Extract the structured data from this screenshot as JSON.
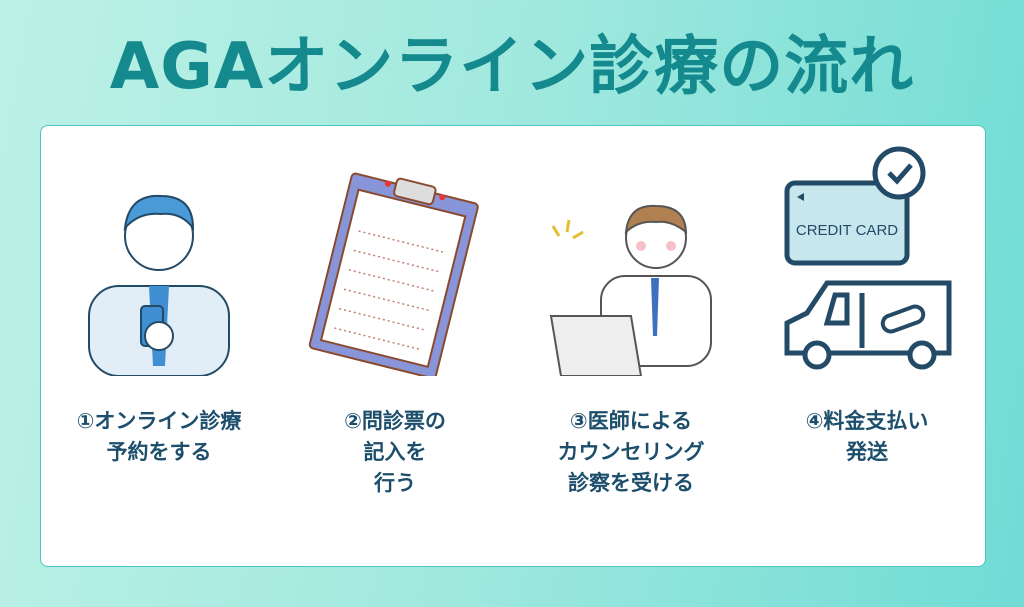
{
  "title": "AGAオンライン診療の流れ",
  "steps": [
    {
      "lines": [
        "①オンライン診療",
        "予約をする"
      ],
      "illustration": "man-with-smartphone"
    },
    {
      "lines": [
        "②問診票の",
        "記入を",
        "行う"
      ],
      "illustration": "clipboard-questionnaire"
    },
    {
      "lines": [
        "③医師による",
        "カウンセリング",
        "診察を受ける"
      ],
      "illustration": "doctor-with-laptop"
    },
    {
      "lines": [
        "④料金支払い",
        "発送"
      ],
      "illustration": "credit-card-and-delivery-van",
      "card_text": "CREDIT CARD"
    }
  ],
  "colors": {
    "title": "#14898e",
    "label": "#1d4f6c",
    "icon": "#234a66"
  }
}
